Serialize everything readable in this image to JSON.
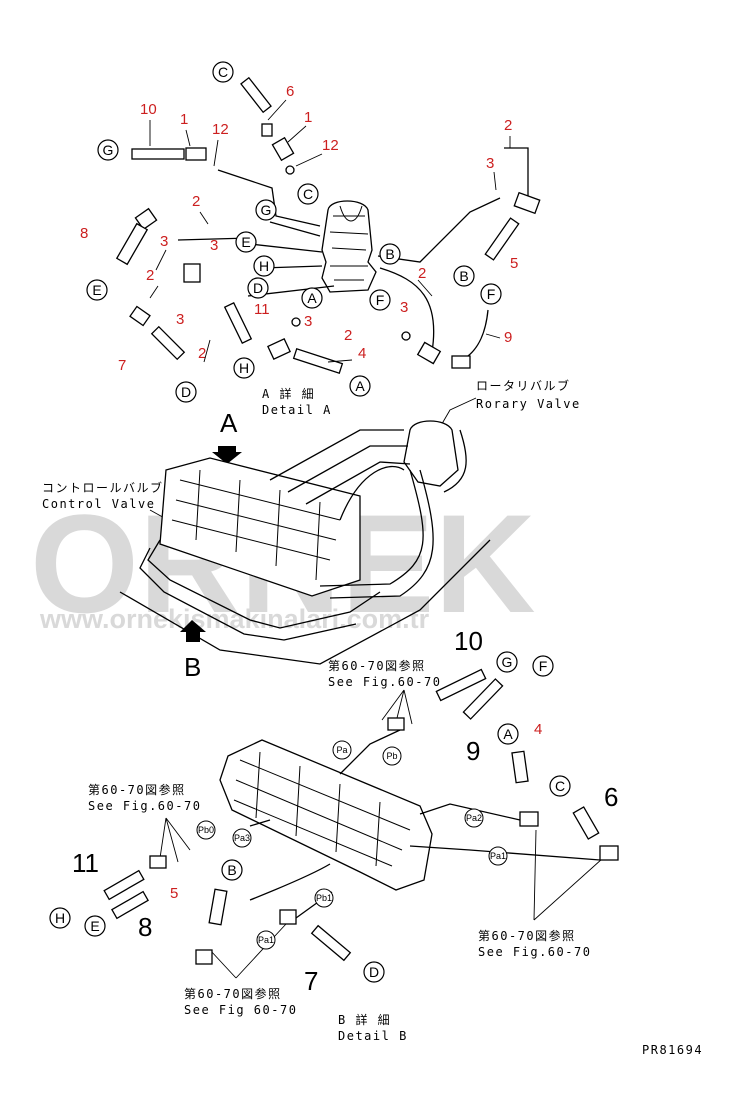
{
  "watermark": {
    "brand": "ORNEK",
    "url": "www.ornekismakinalari.com.tr"
  },
  "view_marks": {
    "a": "A",
    "b": "B"
  },
  "captions": {
    "detail_a_jp": "A 詳 細",
    "detail_a_en": "Detail A",
    "detail_b_jp": "B 詳 細",
    "detail_b_en": "Detail B",
    "rotary_jp": "ロータリバルブ",
    "rotary_en": "Rorary Valve",
    "control_jp": "コントロールバルブ",
    "control_en": "Control Valve",
    "ref1_jp": "第60-70図参照",
    "ref1_en": "See Fig.60-70",
    "ref2_jp": "第60-70図参照",
    "ref2_en": "See Fig.60-70",
    "ref3_jp": "第60-70図参照",
    "ref3_en": "See Fig.60-70",
    "ref4_jp": "第60-70図参照",
    "ref4_en": "See Fig 60-70",
    "drawing_no": "PR81694"
  },
  "detail_a": {
    "connectors": [
      {
        "id": "a-C-top",
        "letter": "C"
      },
      {
        "id": "a-G-left",
        "letter": "G"
      },
      {
        "id": "a-C-mid",
        "letter": "C"
      },
      {
        "id": "a-G-mid",
        "letter": "G"
      },
      {
        "id": "a-E-mid",
        "letter": "E"
      },
      {
        "id": "a-H-mid",
        "letter": "H"
      },
      {
        "id": "a-B-mid",
        "letter": "B"
      },
      {
        "id": "a-D-mid",
        "letter": "D"
      },
      {
        "id": "a-A-mid",
        "letter": "A"
      },
      {
        "id": "a-F-mid",
        "letter": "F"
      },
      {
        "id": "a-E-left",
        "letter": "E"
      },
      {
        "id": "a-B-right",
        "letter": "B"
      },
      {
        "id": "a-F-right",
        "letter": "F"
      },
      {
        "id": "a-H-bottom",
        "letter": "H"
      },
      {
        "id": "a-D-bottom",
        "letter": "D"
      },
      {
        "id": "a-A-bottom",
        "letter": "A"
      }
    ],
    "part_numbers": [
      {
        "id": "n6",
        "text": "6"
      },
      {
        "id": "n10",
        "text": "10"
      },
      {
        "id": "n1a",
        "text": "1"
      },
      {
        "id": "n12a",
        "text": "12"
      },
      {
        "id": "n1b",
        "text": "1"
      },
      {
        "id": "n12b",
        "text": "12"
      },
      {
        "id": "n2a",
        "text": "2"
      },
      {
        "id": "n3a",
        "text": "3"
      },
      {
        "id": "n2b",
        "text": "2"
      },
      {
        "id": "n3b",
        "text": "3"
      },
      {
        "id": "n3c",
        "text": "3"
      },
      {
        "id": "n8",
        "text": "8"
      },
      {
        "id": "n2c",
        "text": "2"
      },
      {
        "id": "n5",
        "text": "5"
      },
      {
        "id": "n2d",
        "text": "2"
      },
      {
        "id": "n3d",
        "text": "3"
      },
      {
        "id": "n11",
        "text": "11"
      },
      {
        "id": "n3e",
        "text": "3"
      },
      {
        "id": "n3f",
        "text": "3"
      },
      {
        "id": "n2e",
        "text": "2"
      },
      {
        "id": "n2f",
        "text": "2"
      },
      {
        "id": "n9",
        "text": "9"
      },
      {
        "id": "n4",
        "text": "4"
      },
      {
        "id": "n7",
        "text": "7"
      }
    ]
  },
  "detail_b": {
    "connectors": [
      {
        "id": "b-G",
        "letter": "G"
      },
      {
        "id": "b-F",
        "letter": "F"
      },
      {
        "id": "b-A",
        "letter": "A"
      },
      {
        "id": "b-C",
        "letter": "C"
      },
      {
        "id": "b-B",
        "letter": "B"
      },
      {
        "id": "b-H",
        "letter": "H"
      },
      {
        "id": "b-E",
        "letter": "E"
      },
      {
        "id": "b-D",
        "letter": "D"
      }
    ],
    "ports": [
      {
        "id": "p-pa",
        "text": "Pa"
      },
      {
        "id": "p-pb",
        "text": "Pb"
      },
      {
        "id": "p-pa2",
        "text": "Pa2"
      },
      {
        "id": "p-pa1",
        "text": "Pa1"
      },
      {
        "id": "p-pb0",
        "text": "Pb0"
      },
      {
        "id": "p-pa3",
        "text": "Pa3"
      },
      {
        "id": "p-pb1",
        "text": "Pb1"
      },
      {
        "id": "p-pa1b",
        "text": "Pa1"
      }
    ],
    "part_numbers": [
      {
        "id": "b10",
        "text": "10"
      },
      {
        "id": "b9",
        "text": "9"
      },
      {
        "id": "b4",
        "text": "4"
      },
      {
        "id": "b6",
        "text": "6"
      },
      {
        "id": "b11",
        "text": "11"
      },
      {
        "id": "b8",
        "text": "8"
      },
      {
        "id": "b5",
        "text": "5"
      },
      {
        "id": "b7",
        "text": "7"
      }
    ]
  }
}
